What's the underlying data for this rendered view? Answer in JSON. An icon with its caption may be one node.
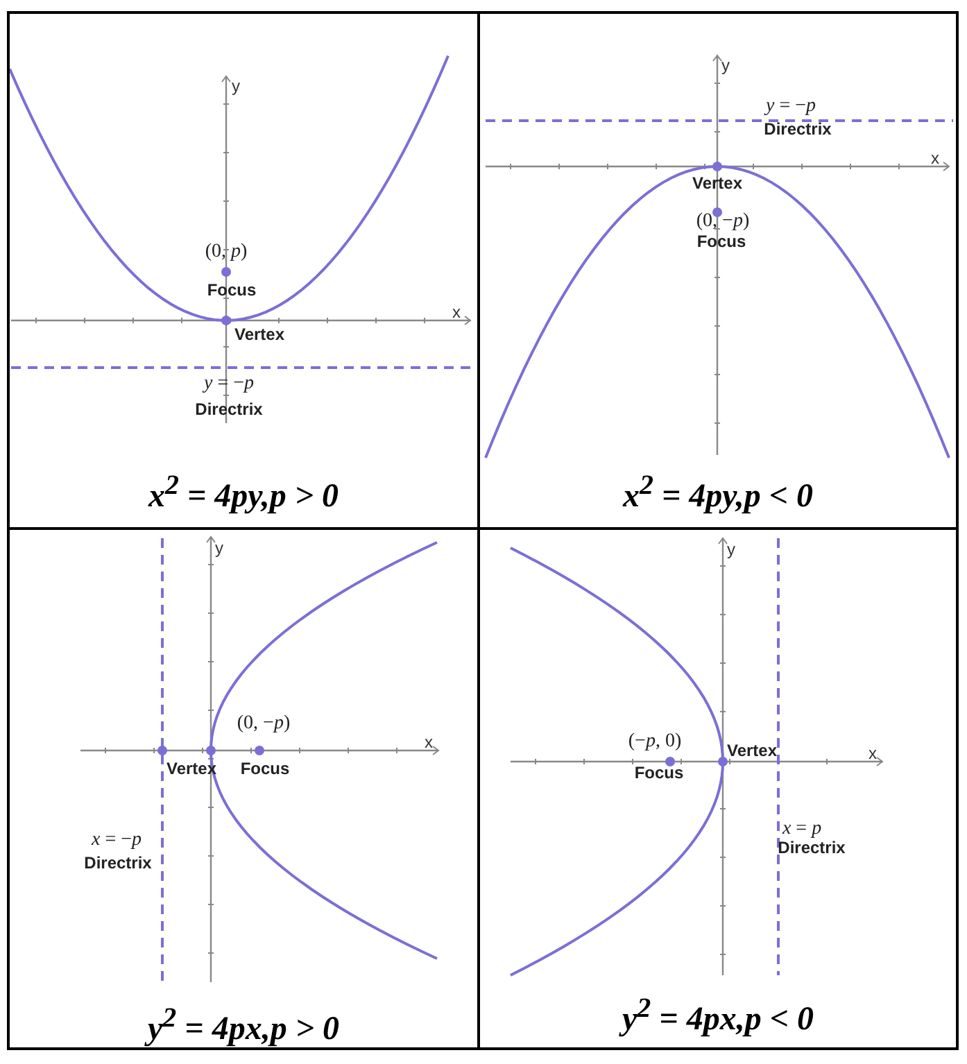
{
  "diagram": {
    "nodes": [
      {
        "text": [
          "x$^{2}$ = 4py,p > 0"
        ]
      },
      {
        "text": [
          "x$^{2}$ = 4py,p < 0"
        ]
      },
      {
        "text": [
          "y$^{2}$ = 4px,p > 0"
        ]
      },
      {
        "text": [
          "y$^{2}$ = 4px,p < 0"
        ]
      }
    ],
    "labels": [
      "y",
      "(0, *p*)",
      "Focus",
      "x",
      "Vertex",
      "*y* = −*p*",
      "Directrix",
      "y",
      "*y* = −*p*",
      "Directrix",
      "x",
      "Vertex",
      "(0, −*p*)",
      "Focus",
      "y",
      "(0, −*p*)",
      "x",
      "Vertex",
      "Focus",
      "*x* = −*p*",
      "Directrix",
      "y",
      "(−*p*, 0)",
      "Vertex",
      "x",
      "Focus",
      "*x* = *p*",
      "Directrix"
    ]
  }
}
